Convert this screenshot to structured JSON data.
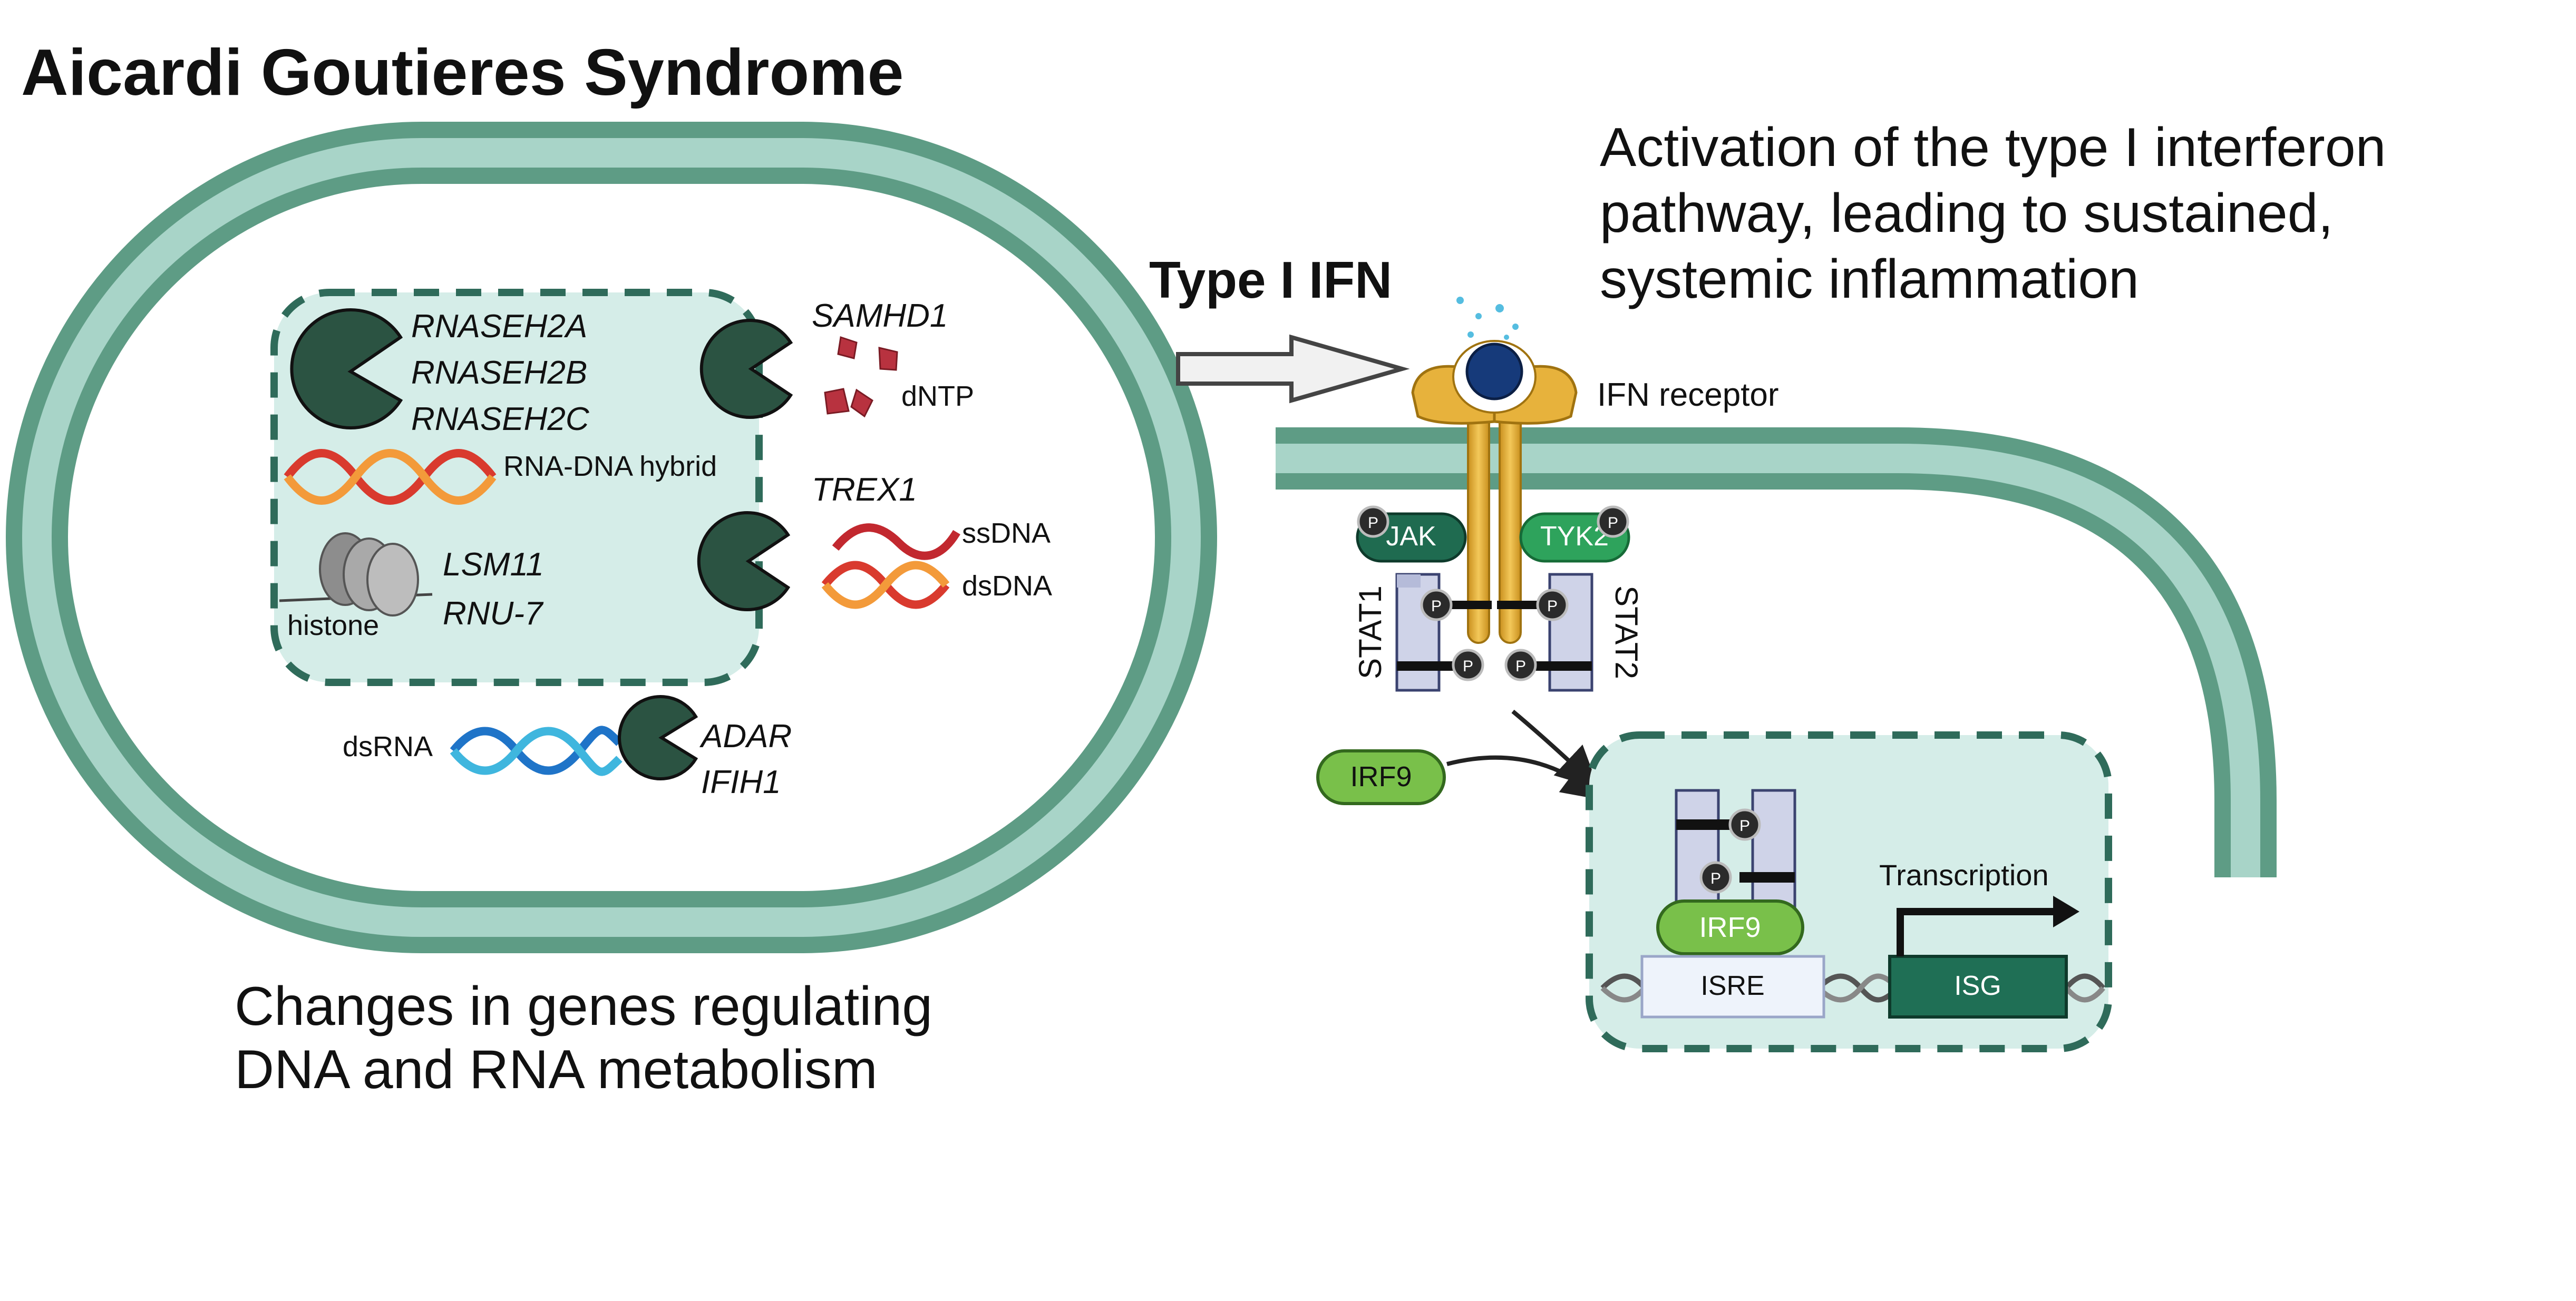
{
  "title": "Aicardi Goutieres Syndrome",
  "colors": {
    "membrane_outer": "#5e9c85",
    "membrane_inner": "#a8d4c8",
    "nucleus_fill": "#d5ede8",
    "nucleus_border": "#2f6b5a",
    "enzyme": "#2b5342",
    "receptor": "#e7b23c",
    "ligand": "#163a7a",
    "jak": "#1f6b50",
    "tyk2": "#2ea35c",
    "irf9": "#79c04a",
    "stat": "#cfd3e8",
    "isg": "#1f6f55",
    "dntp": "#b8323f",
    "rna_dna_red": "#d93a2e",
    "rna_dna_orange": "#f39a3a",
    "dsrna_blue1": "#1f74c8",
    "dsrna_blue2": "#3fb6de"
  },
  "labels": {
    "rnaseh2a": "RNASEH2A",
    "rnaseh2b": "RNASEH2B",
    "rnaseh2c": "RNASEH2C",
    "rna_dna_hybrid": "RNA-DNA hybrid",
    "lsm11": "LSM11",
    "rnu7": "RNU-7",
    "histone": "histone",
    "samhd1": "SAMHD1",
    "dntp": "dNTP",
    "trex1": "TREX1",
    "ssdna": "ssDNA",
    "dsdna": "dsDNA",
    "dsrna": "dsRNA",
    "adar": "ADAR",
    "ifih1": "IFIH1",
    "type1_ifn": "Type I IFN",
    "ifn_receptor": "IFN receptor",
    "jak": "JAK",
    "tyk2": "TYK2",
    "stat1": "STAT1",
    "stat2": "STAT2",
    "irf9": "IRF9",
    "irf9_nuclear": "IRF9",
    "isre": "ISRE",
    "isg": "ISG",
    "transcription": "Transcription",
    "p": "P"
  },
  "captions": {
    "cell_line1": "Changes in genes regulating",
    "cell_line2": "DNA and RNA metabolism",
    "pathway_line1": "Activation of  the type I interferon",
    "pathway_line2": "pathway, leading to sustained,",
    "pathway_line3": "systemic inflammation"
  }
}
